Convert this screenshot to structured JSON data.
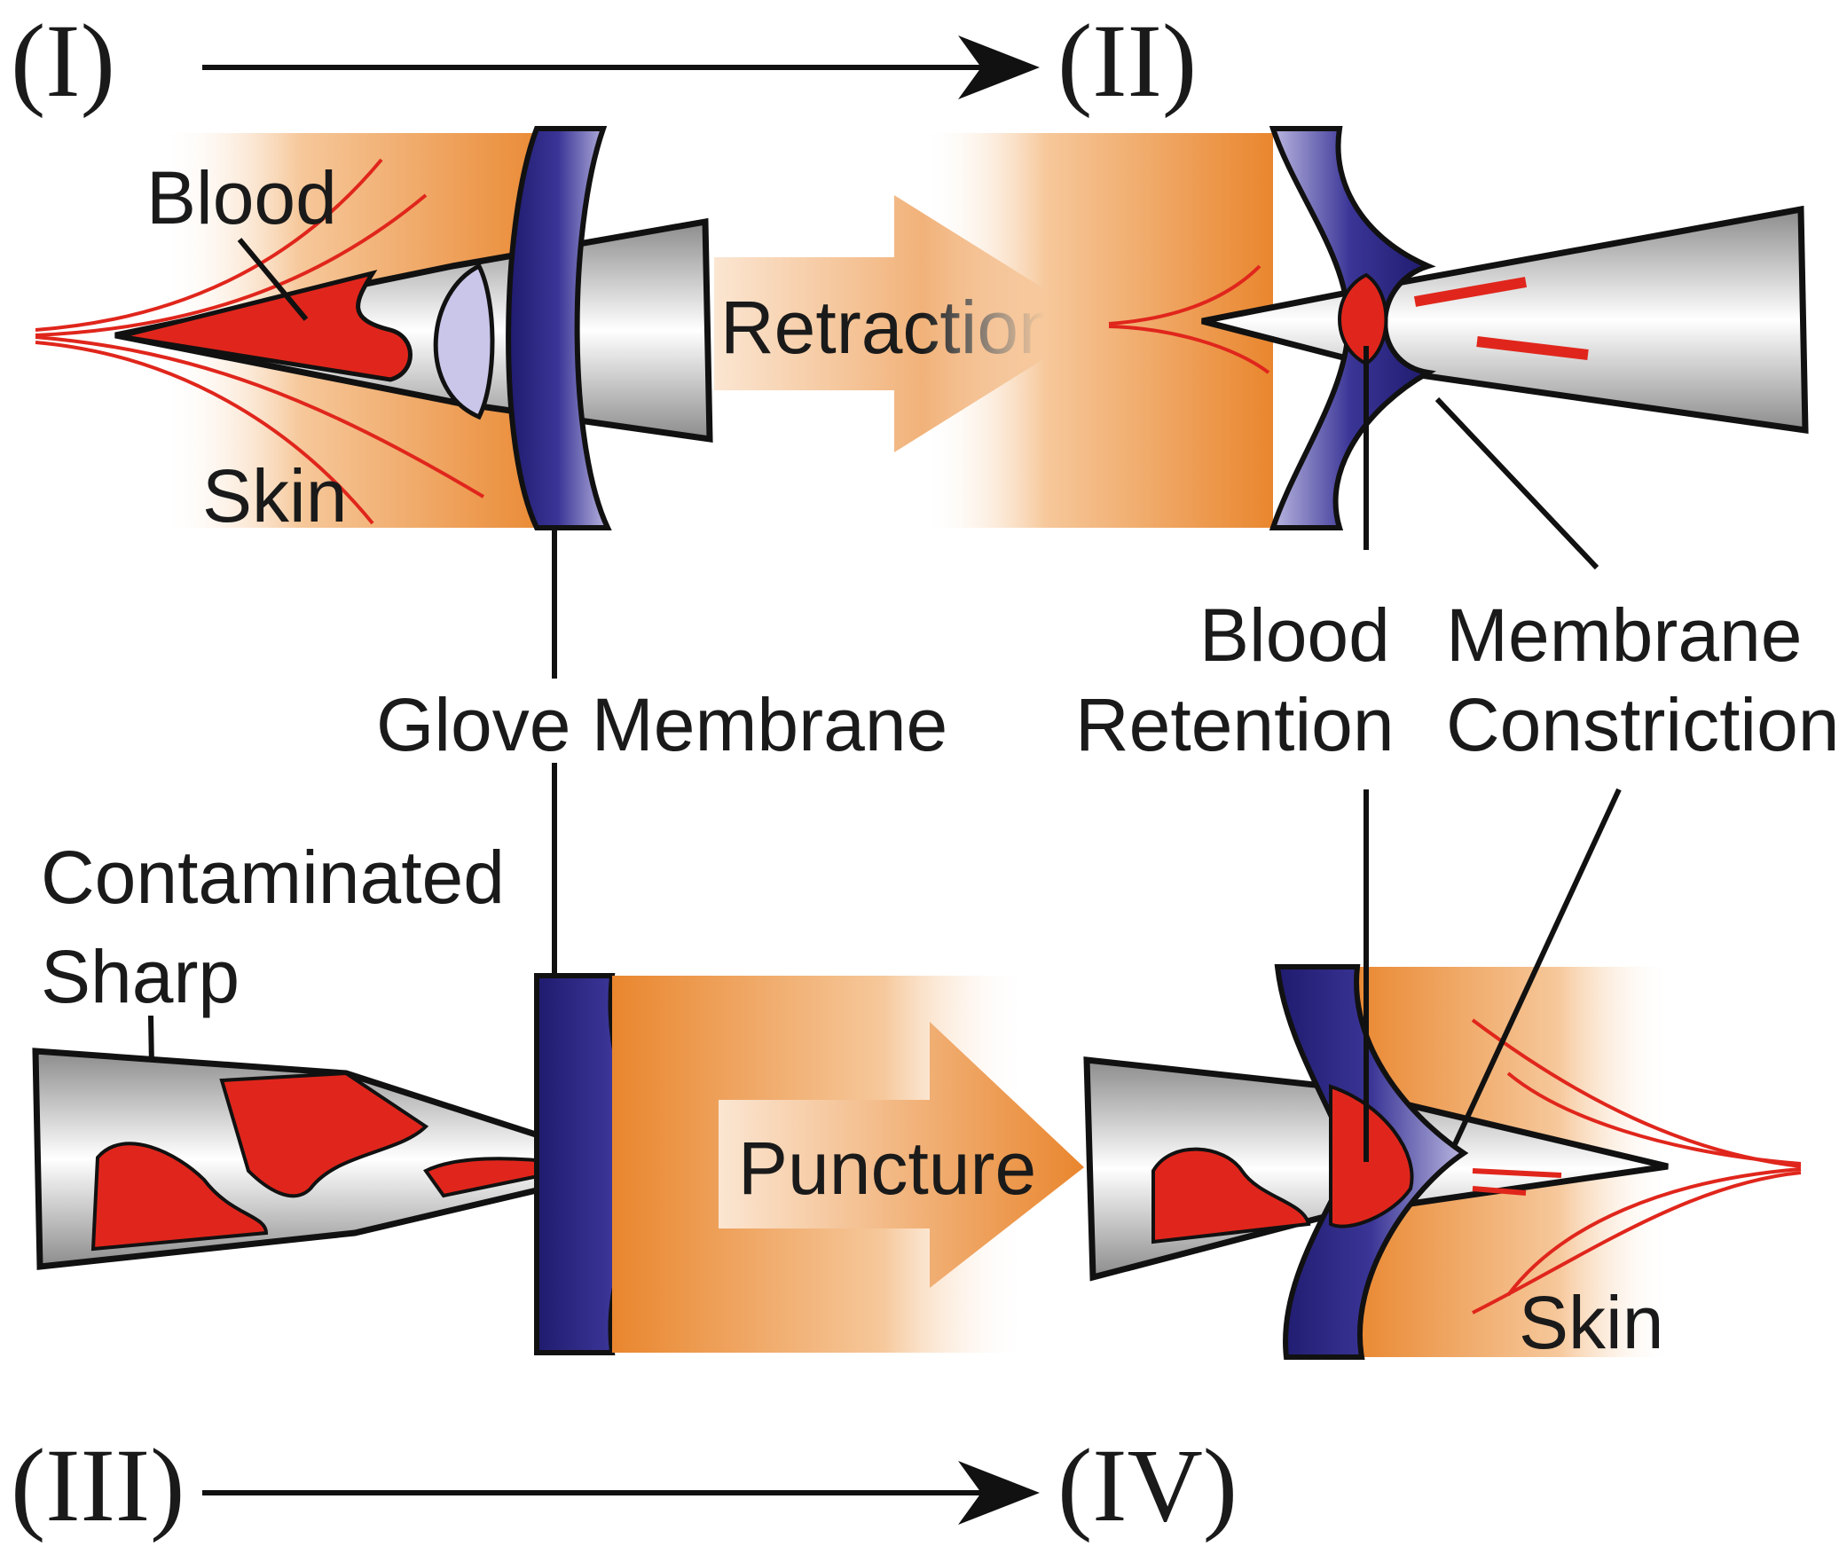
{
  "stages": {
    "i": "(I)",
    "ii": "(II)",
    "iii": "(III)",
    "iv": "(IV)"
  },
  "labels": {
    "blood": "Blood",
    "skin_top": "Skin",
    "retraction": "Retraction",
    "puncture": "Puncture",
    "glove_membrane": "Glove Membrane",
    "blood_retention_1": "Blood",
    "blood_retention_2": "Retention",
    "membrane_constriction_1": "Membrane",
    "membrane_constriction_2": "Constriction",
    "contaminated_1": "Contaminated",
    "contaminated_2": "Sharp",
    "skin_bottom": "Skin"
  },
  "colors": {
    "skin_orange": "#e9862e",
    "membrane_blue": "#2e2a86",
    "blood_red": "#e0261c",
    "sharp_gray": "#9a9a9a"
  }
}
